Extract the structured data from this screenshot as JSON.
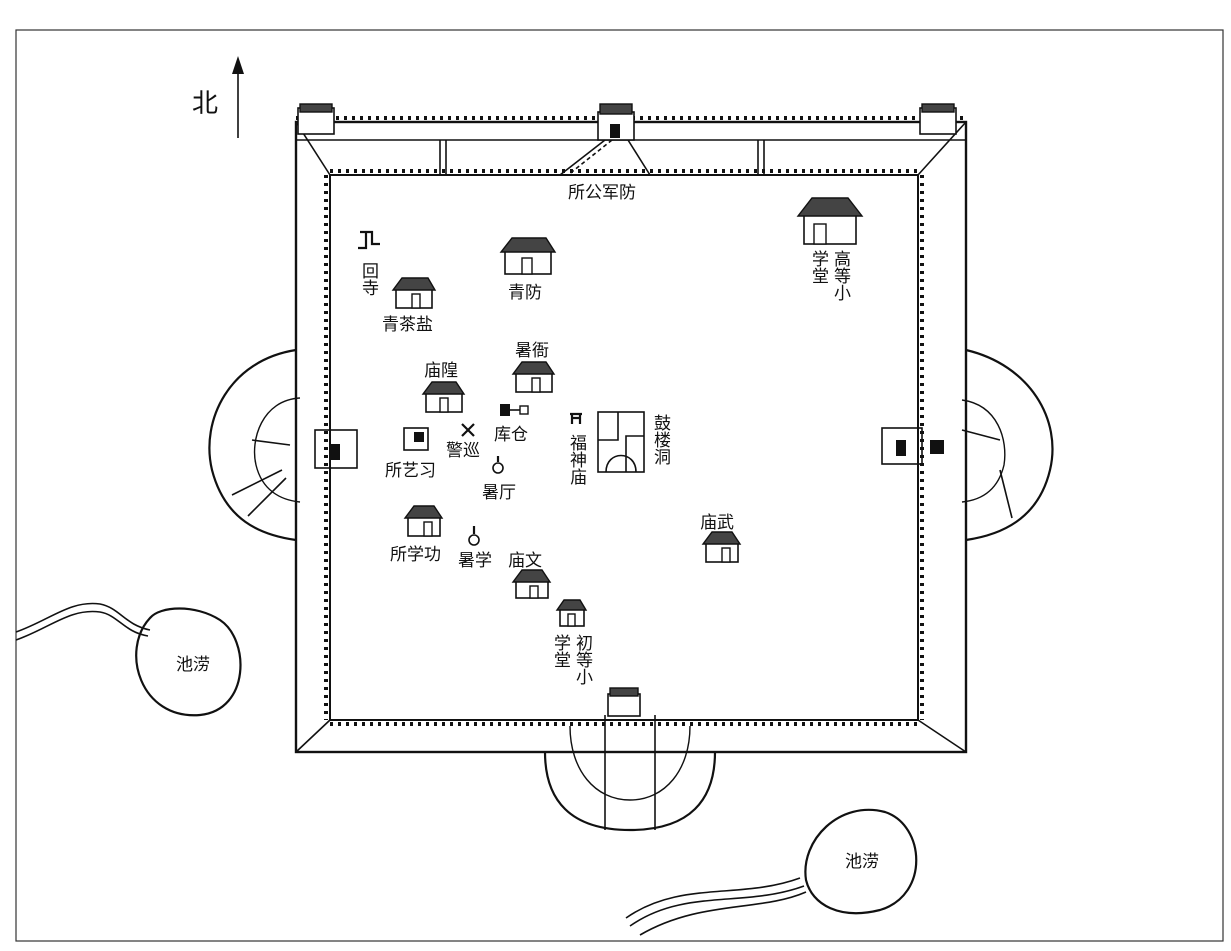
{
  "north": "北",
  "labels": {
    "barracks": "所公军防",
    "mosque": "回寺",
    "salt_tea": "青茶盐",
    "qingfang": "青防",
    "higher_school": [
      "高等小",
      "学堂"
    ],
    "yamen": "暑衙",
    "city_god": "庙隍",
    "granary": "库仓",
    "patrol": "警巡",
    "art_school": "所艺习",
    "hall": "暑厅",
    "fushen": "福神庙",
    "drum_tower": "鼓楼洞",
    "martial_temple": "庙武",
    "merit_school": "所学功",
    "edu_office": "暑学",
    "civil_temple": "庙文",
    "primary_school": [
      "初等小",
      "学堂"
    ],
    "pond_west": "池涝",
    "pond_southeast": "池涝"
  }
}
